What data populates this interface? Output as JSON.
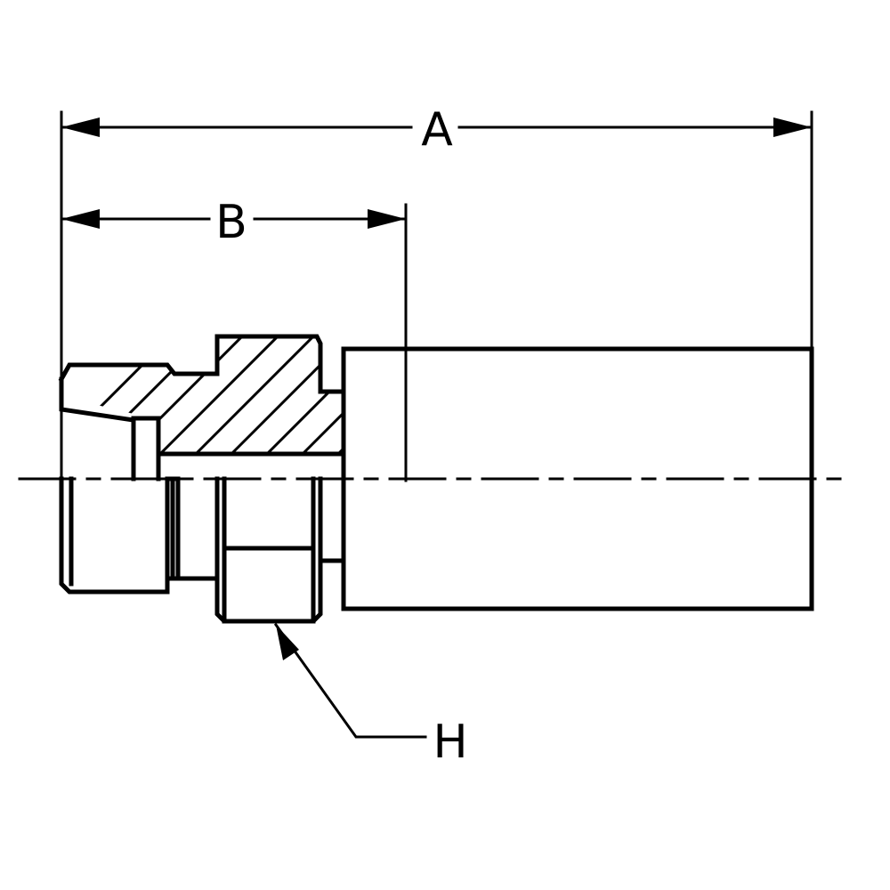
{
  "diagram": {
    "labels": {
      "dimension_a": "A",
      "dimension_b": "B",
      "callout_h": "H"
    },
    "colors": {
      "ink": "#000000",
      "background": "#ffffff"
    }
  }
}
